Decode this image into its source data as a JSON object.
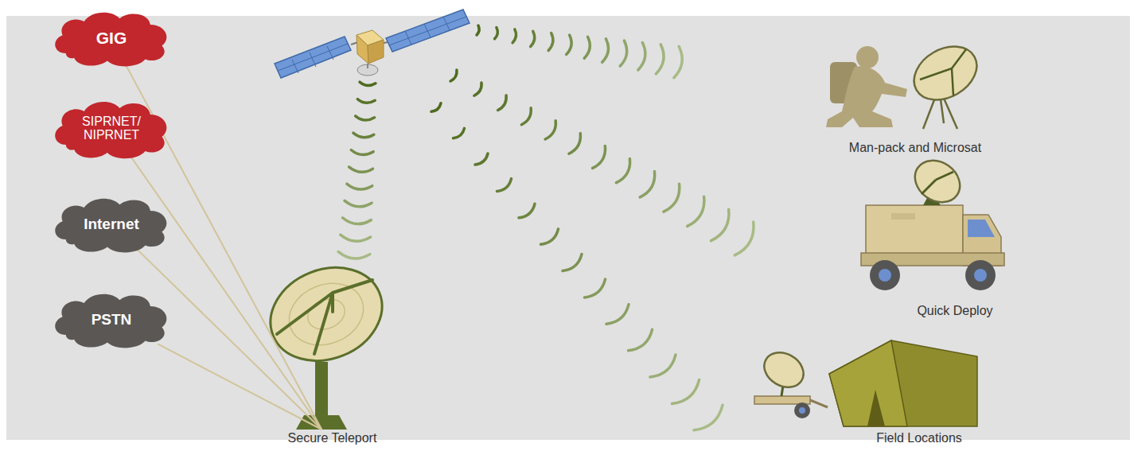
{
  "diagram": {
    "nodes": [
      {
        "text": [
          "GIG"
        ]
      },
      {
        "text": [
          "SIPRNET/ NIPRNET"
        ]
      },
      {
        "text": [
          "Internet"
        ]
      },
      {
        "text": [
          "PSTN"
        ]
      },
      {
        "text": [
          "Secure Teleport"
        ]
      },
      {
        "text": [
          "Man-pack and Microsat"
        ]
      },
      {
        "text": [
          "Quick Deploy"
        ]
      },
      {
        "text": [
          "Field Locations"
        ]
      }
    ],
    "edges": [
      {
        "from": 0,
        "to": 4,
        "arrow": "none"
      },
      {
        "from": 1,
        "to": 4,
        "arrow": "none"
      },
      {
        "from": 2,
        "to": 4,
        "arrow": "none"
      },
      {
        "from": 3,
        "to": 4,
        "arrow": "none"
      }
    ]
  }
}
